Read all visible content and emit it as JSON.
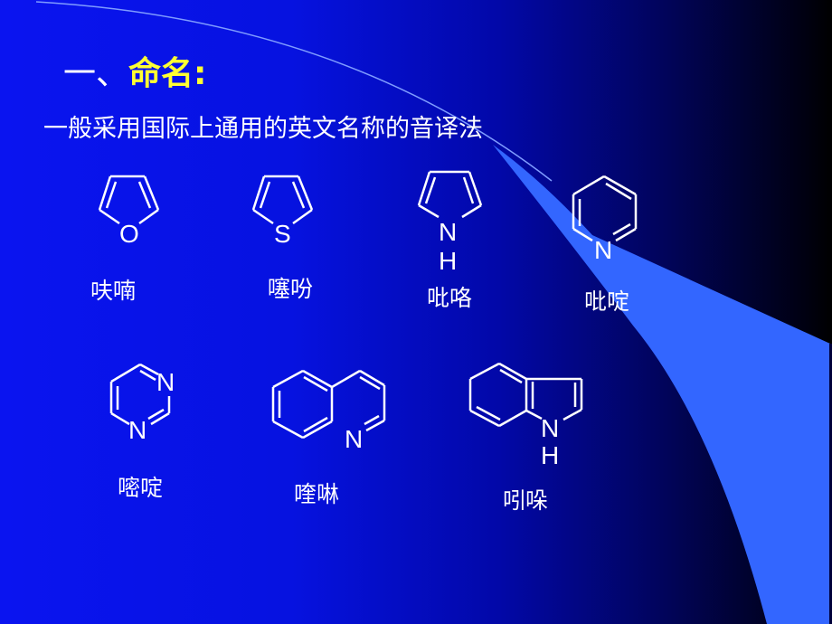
{
  "slide": {
    "title_prefix": "一、",
    "title_highlight": "命名:",
    "subtitle": "一般采用国际上通用的英文名称的音译法",
    "colors": {
      "background_left": "#0a14f0",
      "background_right": "#000000",
      "title_highlight": "#ffff33",
      "sweep": "#3366ff",
      "text": "#ffffff"
    }
  },
  "compounds": [
    {
      "name": "呋喃",
      "heteroatoms": [
        "O"
      ]
    },
    {
      "name": "噻吩",
      "heteroatoms": [
        "S"
      ]
    },
    {
      "name": "吡咯",
      "heteroatoms": [
        "N",
        "H"
      ]
    },
    {
      "name": "吡啶",
      "heteroatoms": [
        "N"
      ]
    },
    {
      "name": "嘧啶",
      "heteroatoms": [
        "N",
        "N"
      ]
    },
    {
      "name": "喹啉",
      "heteroatoms": [
        "N"
      ]
    },
    {
      "name": "吲哚",
      "heteroatoms": [
        "N",
        "H"
      ]
    }
  ]
}
